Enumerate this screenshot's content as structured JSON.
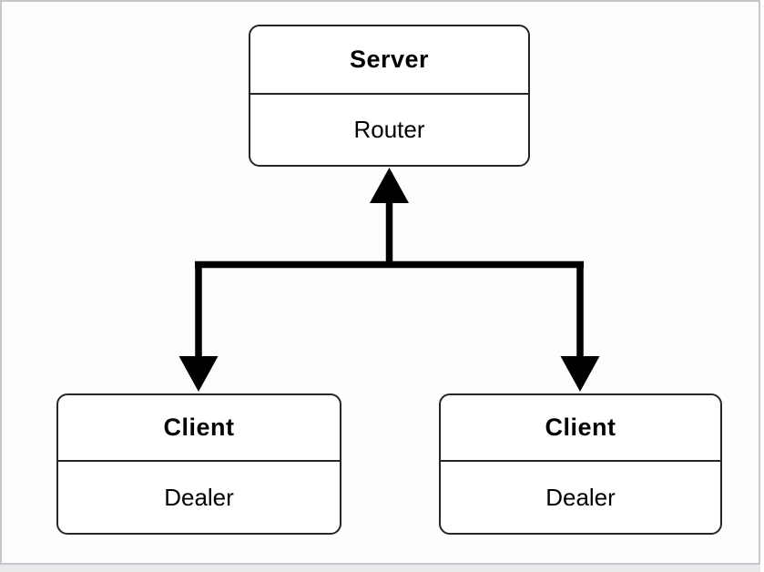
{
  "diagram": {
    "background": "#fdfdfe",
    "frame_border_color": "#c4c7cc",
    "line_color": "#000000",
    "node_border_color": "#262626",
    "node_fill": "#ffffff",
    "text_color": "#000000",
    "nodes": [
      {
        "id": "server",
        "title": "Server",
        "subtitle": "Router"
      },
      {
        "id": "client-left",
        "title": "Client",
        "subtitle": "Dealer"
      },
      {
        "id": "client-right",
        "title": "Client",
        "subtitle": "Dealer"
      }
    ],
    "edges": [
      {
        "id": "bus",
        "type": "horizontal-bus-connecting-clients"
      },
      {
        "id": "to-server",
        "to": "server",
        "arrowhead": "up"
      },
      {
        "id": "to-client-left",
        "to": "client-left",
        "arrowhead": "down"
      },
      {
        "id": "to-client-right",
        "to": "client-right",
        "arrowhead": "down"
      }
    ]
  }
}
